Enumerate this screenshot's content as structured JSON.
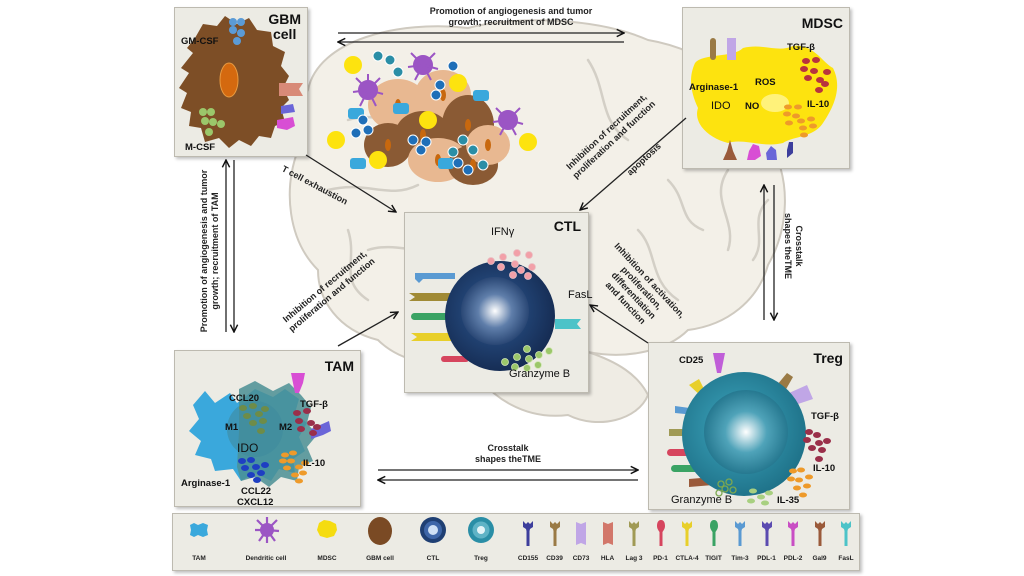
{
  "cells": {
    "gbm": {
      "title": "GBM cell",
      "title_line1": "GBM",
      "title_line2": "cell",
      "labels": [
        "GM-CSF",
        "M-CSF"
      ]
    },
    "mdsc": {
      "title": "MDSC",
      "labels": [
        "TGF-β",
        "Arginase-1",
        "ROS",
        "IDO",
        "NO",
        "IL-10"
      ]
    },
    "ctl": {
      "title": "CTL",
      "labels": [
        "IFNγ",
        "FasL",
        "Granzyme B"
      ]
    },
    "tam": {
      "title": "TAM",
      "labels": [
        "CCL20",
        "TGF-β",
        "M1",
        "M2",
        "IDO",
        "IL-10",
        "Arginase-1",
        "CCL22",
        "CXCL12"
      ]
    },
    "treg": {
      "title": "Treg",
      "labels": [
        "CD25",
        "TGF-β",
        "IL-10",
        "Granzyme B",
        "IL-35"
      ]
    }
  },
  "annotations": {
    "top_arrow": [
      "Promotion of angiogenesis and tumor",
      "growth; recruitment of MDSC"
    ],
    "left_arrow": [
      "Promotion of angiogenesis and tumor",
      "growth; recruitment of TAM"
    ],
    "t_cell_exhaustion": "T cell exhaustion",
    "mdsc_to_ctl": [
      "Inhibition of recruitment,",
      "proliferation and function"
    ],
    "apoptosis": "apoptosis",
    "tam_to_ctl": [
      "Inhibition of recruitment,",
      "proliferation and function"
    ],
    "treg_to_ctl": [
      "Inhibition of activation,",
      "proliferation,",
      "differentiation",
      "and function"
    ],
    "right_crosstalk": [
      "Crosstalk",
      "shapes theTME"
    ],
    "bottom_crosstalk": [
      "Crosstalk",
      "shapes theTME"
    ]
  },
  "legend": {
    "cells": [
      {
        "label": "TAM",
        "icon": "tam-icon",
        "color": "#3aa8dc"
      },
      {
        "label": "Dendritic cell",
        "icon": "dendritic-cell-icon",
        "color": "#9b55c4"
      },
      {
        "label": "MDSC",
        "icon": "mdsc-icon",
        "color": "#f5dc10"
      },
      {
        "label": "GBM cell",
        "icon": "gbm-cell-icon",
        "color": "#7a4a24"
      },
      {
        "label": "CTL",
        "icon": "ctl-icon",
        "color": "#1f3f73"
      },
      {
        "label": "Treg",
        "icon": "treg-icon",
        "color": "#2a8ea6"
      }
    ],
    "receptors": [
      {
        "label": "CD155",
        "color": "#3d3e9c"
      },
      {
        "label": "CD39",
        "color": "#9a7a45"
      },
      {
        "label": "CD73",
        "color": "#c0a6e6"
      },
      {
        "label": "HLA",
        "color": "#d2776a"
      },
      {
        "label": "Lag 3",
        "color": "#a09a55"
      },
      {
        "label": "PD-1",
        "color": "#d6455e"
      },
      {
        "label": "CTLA-4",
        "color": "#e8cf2a"
      },
      {
        "label": "TIGIT",
        "color": "#3aa364"
      },
      {
        "label": "Tim-3",
        "color": "#5a9ad2"
      },
      {
        "label": "PDL-1",
        "color": "#5b4bb0"
      },
      {
        "label": "PDL-2",
        "color": "#c94ec4"
      },
      {
        "label": "Gal9",
        "color": "#9a5a3a"
      },
      {
        "label": "FasL",
        "color": "#4cc3c8"
      }
    ]
  },
  "colors": {
    "box_bg": "#ecebe4",
    "brain": "#f3f0e8",
    "mdsc_yellow": "#fde30f",
    "gbm_brown": "#7d4e26",
    "ctl_blue": "#1e3c6e",
    "treg_teal": "#2b8ea7",
    "tam_blue": "#3aa8dc"
  }
}
